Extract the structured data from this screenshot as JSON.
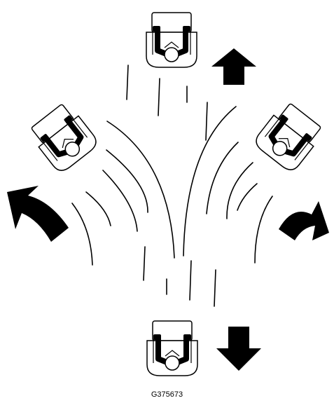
{
  "figure": {
    "reference_code": "G375673",
    "colors": {
      "ink": "#000000",
      "paper": "#ffffff"
    },
    "machines": [
      {
        "id": "top",
        "heading": "forward"
      },
      {
        "id": "left",
        "heading": "turning-left"
      },
      {
        "id": "right",
        "heading": "turning-right"
      },
      {
        "id": "bottom",
        "heading": "reverse"
      }
    ],
    "arrows": [
      {
        "id": "forward",
        "direction": "up"
      },
      {
        "id": "left-turn",
        "direction": "curved-up-left"
      },
      {
        "id": "right-turn",
        "direction": "curved-up-right"
      },
      {
        "id": "reverse",
        "direction": "down"
      }
    ]
  }
}
